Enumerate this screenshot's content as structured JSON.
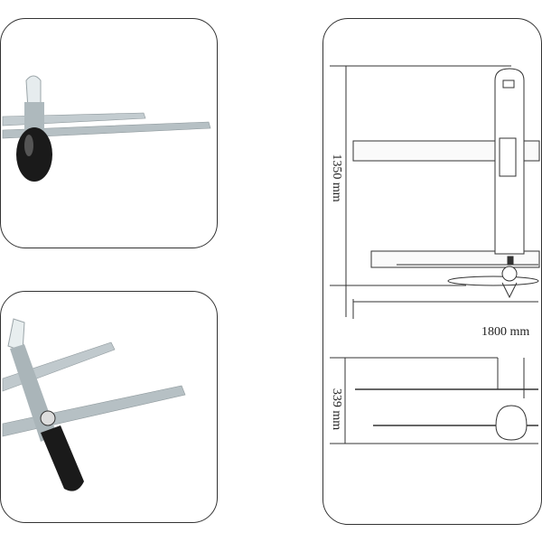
{
  "panels": {
    "photo_top": {
      "subject": "drone-front-view"
    },
    "photo_bottom": {
      "subject": "drone-perspective-view"
    },
    "drawing": {
      "height_label": "1350 mm",
      "width_label": "1800 mm",
      "thickness_label": "339 mm"
    }
  },
  "colors": {
    "wing": "#b9c3c6",
    "nose": "#1a1a1a",
    "line": "#333333"
  }
}
